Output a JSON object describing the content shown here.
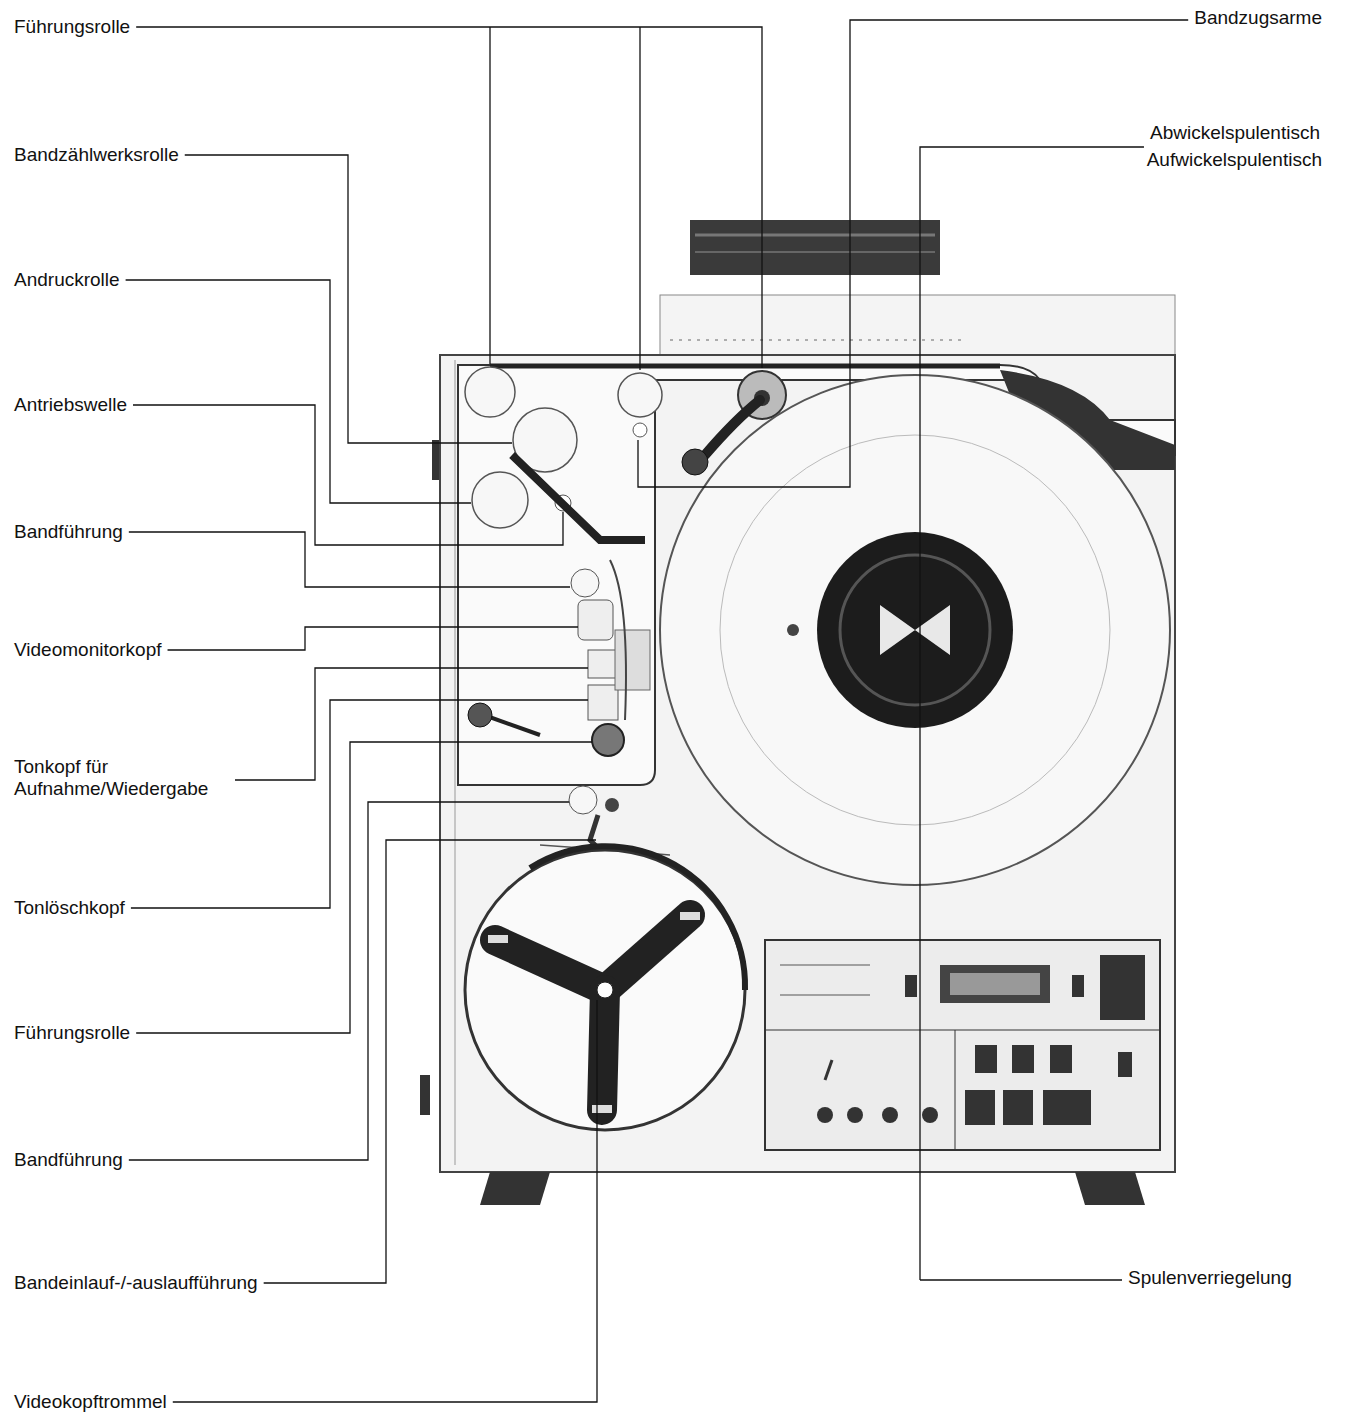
{
  "diagram": {
    "labels": [
      "Führungsrolle",
      "Bandzugsarme",
      "Bandzählwerksrolle",
      "Abwickelspulentisch",
      "Aufwickelspulentisch",
      "Andruckrolle",
      "Antriebswelle",
      "Bandführung",
      "Videomonitorkopf",
      "Tonkopf für Aufnahme/Wiedergabe",
      "Tonlöschkopf",
      "Führungsrolle",
      "Bandführung",
      "Spulenverriegelung",
      "Bandeinlauf-/-auslaufführung",
      "Videokopftrommel"
    ]
  }
}
